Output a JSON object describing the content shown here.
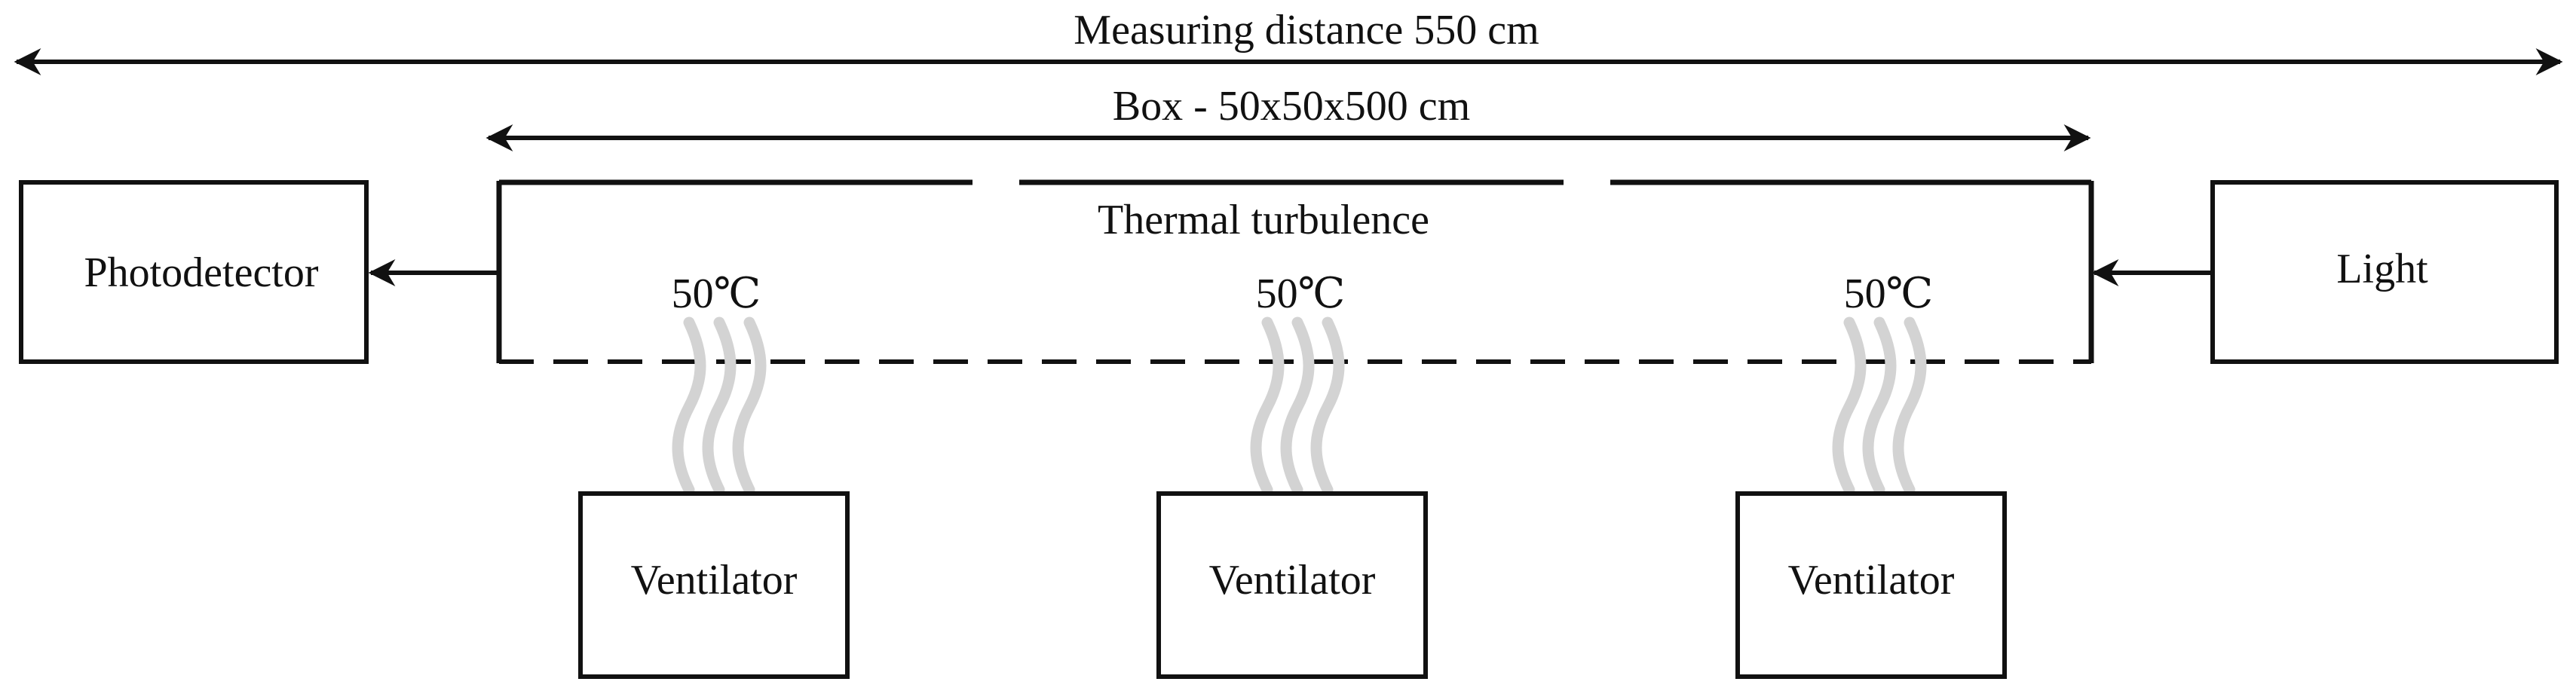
{
  "dimensions": {
    "measuring_distance": "Measuring distance 550 cm",
    "box_size": "Box - 50x50x500 cm"
  },
  "box": {
    "label": "Thermal turbulence"
  },
  "components": {
    "photodetector": "Photodetector",
    "light": "Light"
  },
  "heaters": [
    {
      "temperature": "50℃",
      "ventilator": "Ventilator"
    },
    {
      "temperature": "50℃",
      "ventilator": "Ventilator"
    },
    {
      "temperature": "50℃",
      "ventilator": "Ventilator"
    }
  ],
  "colors": {
    "stroke": "#111111",
    "heat_waves": "#d3d3d3"
  }
}
